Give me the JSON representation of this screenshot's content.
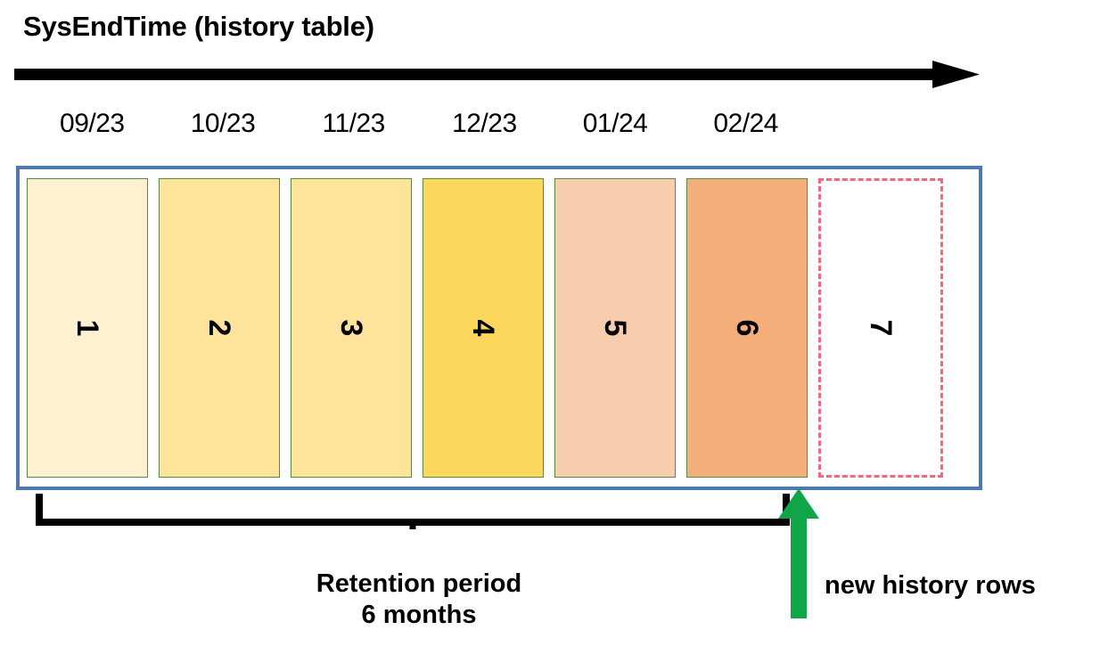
{
  "diagram": {
    "title": "SysEndTime (history table)",
    "axis": {
      "icon": "right-arrow-icon",
      "direction": "right",
      "color": "#000000"
    },
    "month_labels": [
      "09/23",
      "10/23",
      "11/23",
      "12/23",
      "01/24",
      "02/24"
    ],
    "frame": {
      "name": "history-table-frame",
      "border_color": "#4a7aaf"
    },
    "partitions": [
      {
        "label": "1",
        "fill": "#fdf1d2",
        "border": "#5b8a3c",
        "state": "retained"
      },
      {
        "label": "2",
        "fill": "#fee39a",
        "border": "#5b8a3c",
        "state": "retained"
      },
      {
        "label": "3",
        "fill": "#fee39a",
        "border": "#5b8a3c",
        "state": "retained"
      },
      {
        "label": "4",
        "fill": "#fdd75c",
        "border": "#5b8a3c",
        "state": "retained"
      },
      {
        "label": "5",
        "fill": "#f8cdae",
        "border": "#5b8a3c",
        "state": "retained"
      },
      {
        "label": "6",
        "fill": "#f4ae79",
        "border": "#5b8a3c",
        "state": "retained"
      },
      {
        "label": "7",
        "fill": "#ffffff",
        "border": "#f1697a",
        "state": "pending"
      }
    ],
    "retention": {
      "bracket_name": "retention-period-bracket",
      "caption_line1": "Retention period",
      "caption_line2": "6 months",
      "color": "#000000"
    },
    "new_rows": {
      "label": "new history rows",
      "arrow_icon": "up-arrow-icon",
      "arrow_color": "#0fa548"
    }
  }
}
